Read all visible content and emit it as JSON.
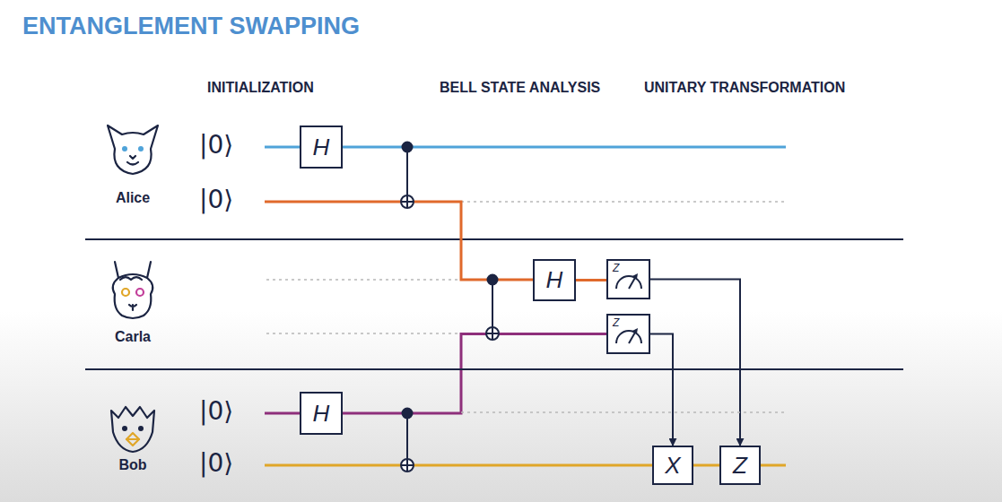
{
  "diagram": {
    "title": "ENTANGLEMENT SWAPPING",
    "nodes": [
      {
        "text": [
          "H"
        ]
      },
      {
        "text": [
          "H"
        ]
      },
      {
        "text": [
          "Z"
        ]
      },
      {
        "text": [
          "Z"
        ]
      },
      {
        "text": [
          "H"
        ]
      },
      {
        "text": [
          "X"
        ]
      },
      {
        "text": [
          "Z"
        ]
      }
    ],
    "edges": [
      {
        "from": 1,
        "to": 2,
        "arrow": "none"
      },
      {
        "from": 4,
        "to": 3,
        "arrow": "none"
      },
      {
        "from": 2,
        "to": 6,
        "arrow": "to"
      },
      {
        "from": 3,
        "to": 5,
        "arrow": "to"
      },
      {
        "from": 5,
        "to": 6,
        "arrow": "none"
      }
    ],
    "labels": [
      "INITIALIZATION",
      "BELL STATE ANALYSIS",
      "UNITARY TRANSFORMATION",
      "Alice",
      "|0⟩",
      "|0⟩",
      "Carla",
      "Bob",
      "|0⟩",
      "|0⟩"
    ]
  }
}
